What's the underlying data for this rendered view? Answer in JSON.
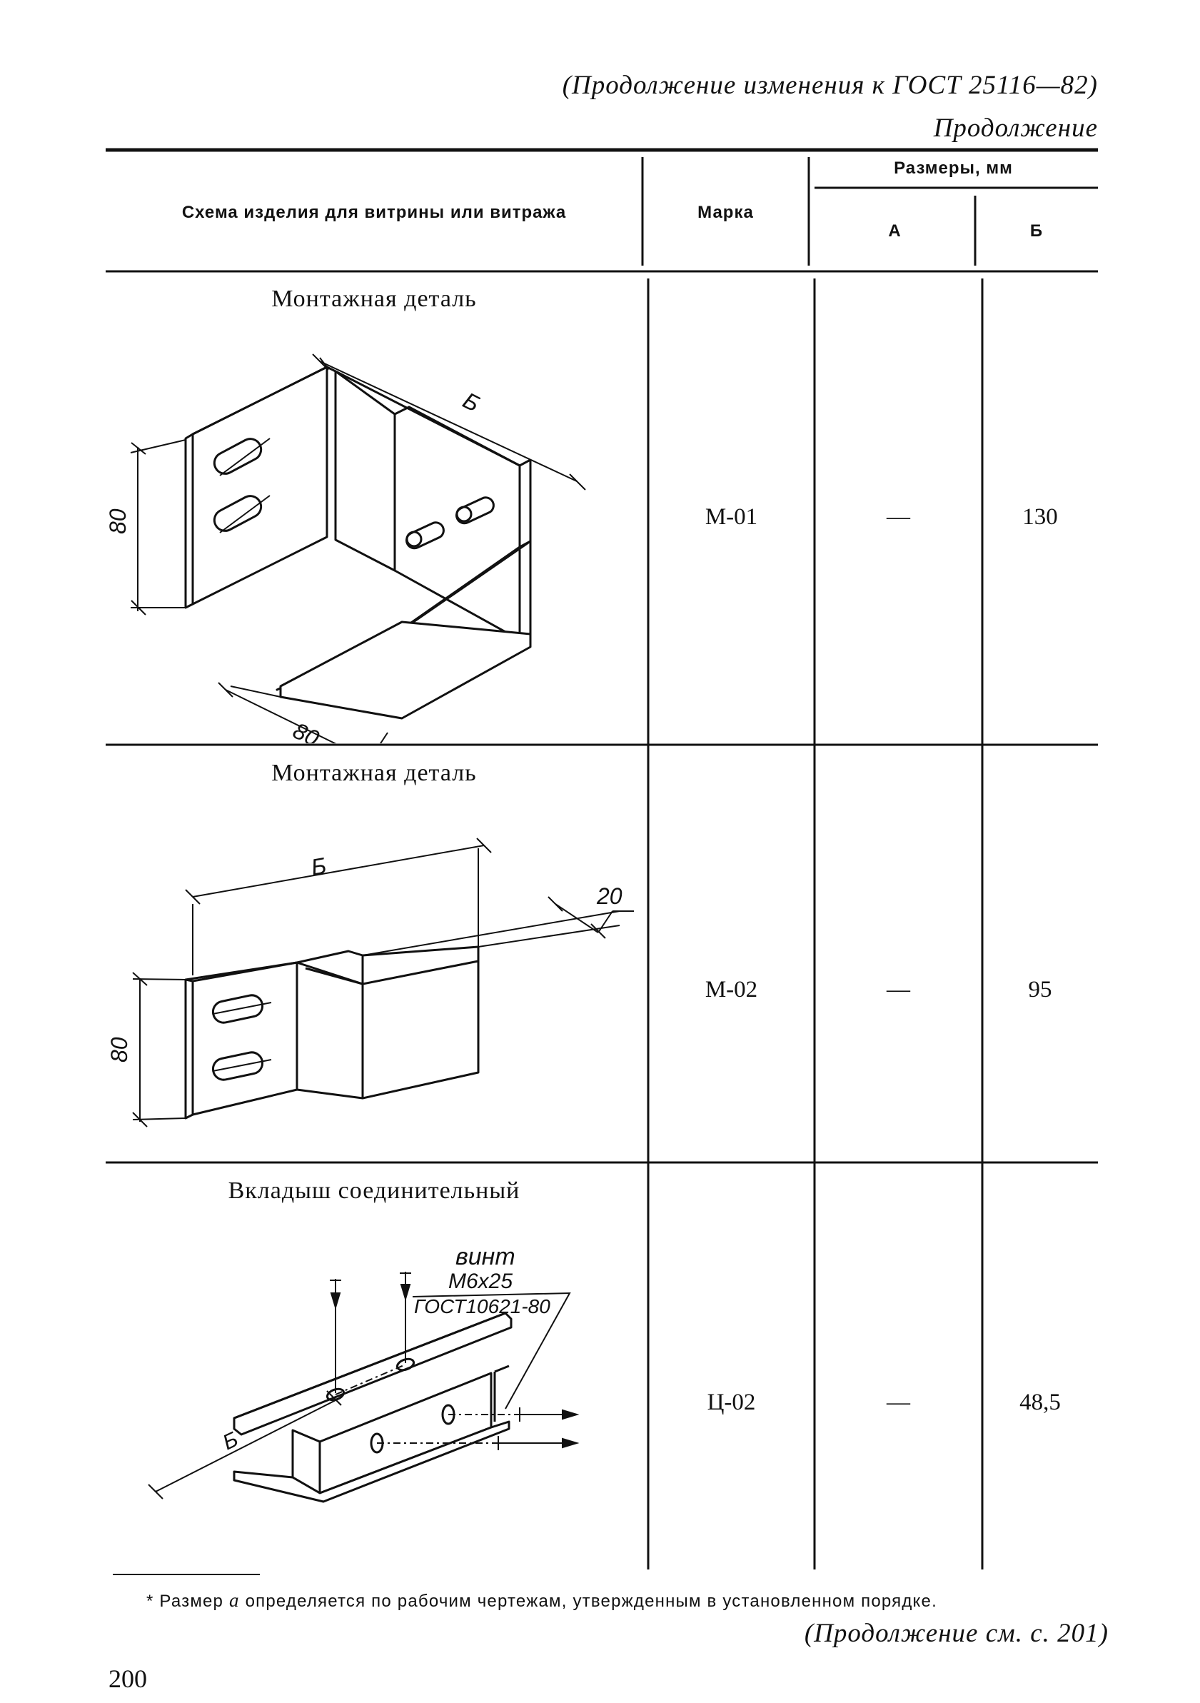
{
  "header": {
    "continuation_note": "(Продолжение изменения к ГОСТ 25116—82)",
    "continued": "Продолжение"
  },
  "table": {
    "columns": {
      "scheme": "Схема изделия для витрины или витража",
      "mark": "Марка",
      "dimensions": "Размеры, мм",
      "dim_a": "А",
      "dim_b": "Б"
    },
    "rows": [
      {
        "caption": "Монтажная деталь",
        "mark": "М-01",
        "a": "—",
        "b": "130",
        "drawing_labels": {
          "length": "Б",
          "height": "80",
          "depth": "80"
        }
      },
      {
        "caption": "Монтажная деталь",
        "mark": "М-02",
        "a": "—",
        "b": "95",
        "drawing_labels": {
          "length": "Б",
          "offset": "20",
          "height": "80"
        }
      },
      {
        "caption": "Вкладыш соединительный",
        "mark": "Ц-02",
        "a": "—",
        "b": "48,5",
        "drawing_labels": {
          "length": "Б",
          "screw": "винт",
          "screw_size": "М6х25",
          "screw_std": "ГОСТ10621-80"
        }
      }
    ]
  },
  "footnote": {
    "marker": "*",
    "text_before": "Размер",
    "variable": "а",
    "text_after": "определяется по рабочим чертежам, утвержденным в установленном порядке."
  },
  "continuation_bottom": "(Продолжение см. с. 201)",
  "page_number": "200"
}
